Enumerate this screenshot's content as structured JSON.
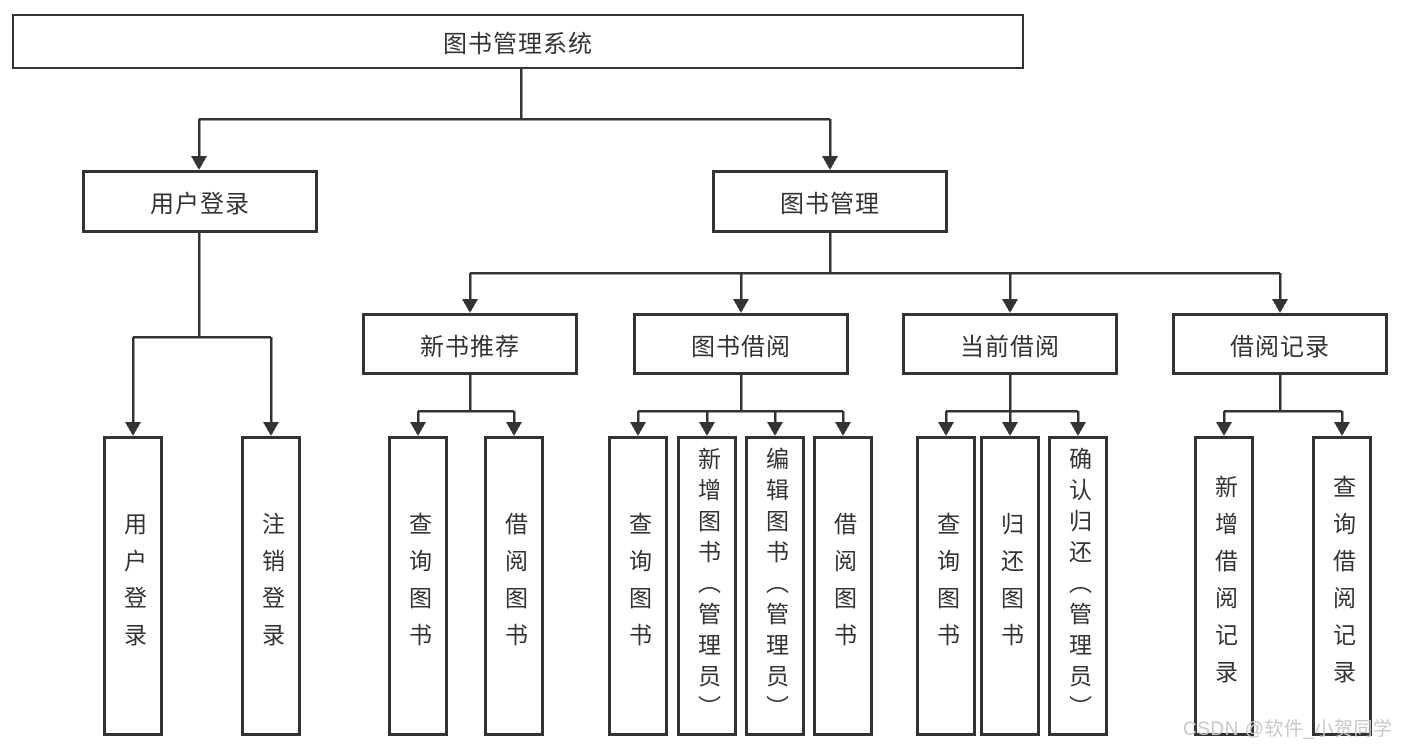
{
  "diagram_title": "图书管理系统",
  "tree": {
    "root": "图书管理系统",
    "branches": [
      {
        "label": "用户登录",
        "children": [
          "用户登录",
          "注销登录"
        ]
      },
      {
        "label": "图书管理",
        "children": [
          {
            "label": "新书推荐",
            "children": [
              "查询图书",
              "借阅图书"
            ]
          },
          {
            "label": "图书借阅",
            "children": [
              "查询图书",
              "新增图书（管理员）",
              "编辑图书（管理员）",
              "借阅图书"
            ]
          },
          {
            "label": "当前借阅",
            "children": [
              "查询图书",
              "归还图书",
              "确认归还（管理员）"
            ]
          },
          {
            "label": "借阅记录",
            "children": [
              "新增借阅记录",
              "查询借阅记录"
            ]
          }
        ]
      }
    ]
  },
  "watermark": "CSDN @软件_小贺同学",
  "colors": {
    "line": "#333333",
    "box_border": "#333333",
    "text": "#333333",
    "background": "#ffffff",
    "watermark": "#c9c9c9"
  }
}
